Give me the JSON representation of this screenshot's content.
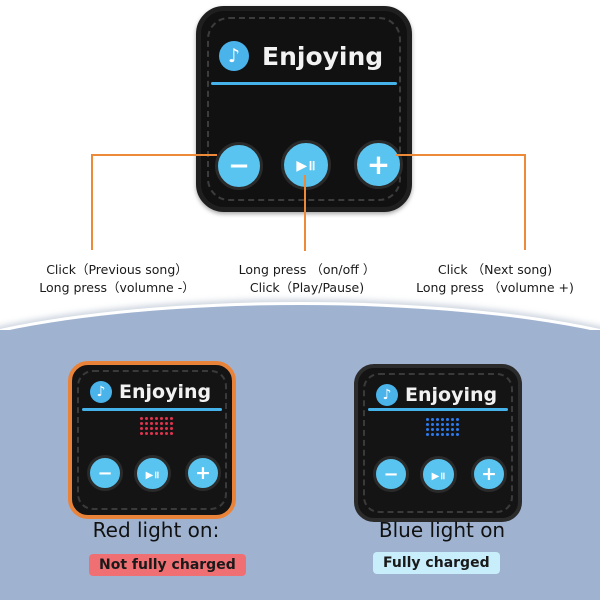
{
  "device": {
    "title": "Enjoying",
    "note_glyph": "♪",
    "buttons": {
      "minus_glyph": "−",
      "play_pause_glyph": "▶॥",
      "plus_glyph": "+"
    }
  },
  "callouts": {
    "left": {
      "line1": "Click（Previous song）",
      "line2": "Long press（volumne -）"
    },
    "center": {
      "line1": "Long press （on/off ）",
      "line2": "Click（Play/Pause)"
    },
    "right": {
      "line1": "Click （Next song)",
      "line2": "Long press （volumne +)"
    }
  },
  "states": {
    "red": {
      "label": "Red light on:",
      "badge": "Not fully charged",
      "led_color": "#e0334d",
      "badge_color": "#f06f73"
    },
    "blue": {
      "label": "Blue light on",
      "badge": "Fully charged",
      "led_color": "#2b7cf0",
      "badge_color": "#c9eefb"
    }
  },
  "colors": {
    "accent_blue": "#45b3ea",
    "callout_orange": "#ec8a3a",
    "bottom_background": "#9fb3d1"
  }
}
